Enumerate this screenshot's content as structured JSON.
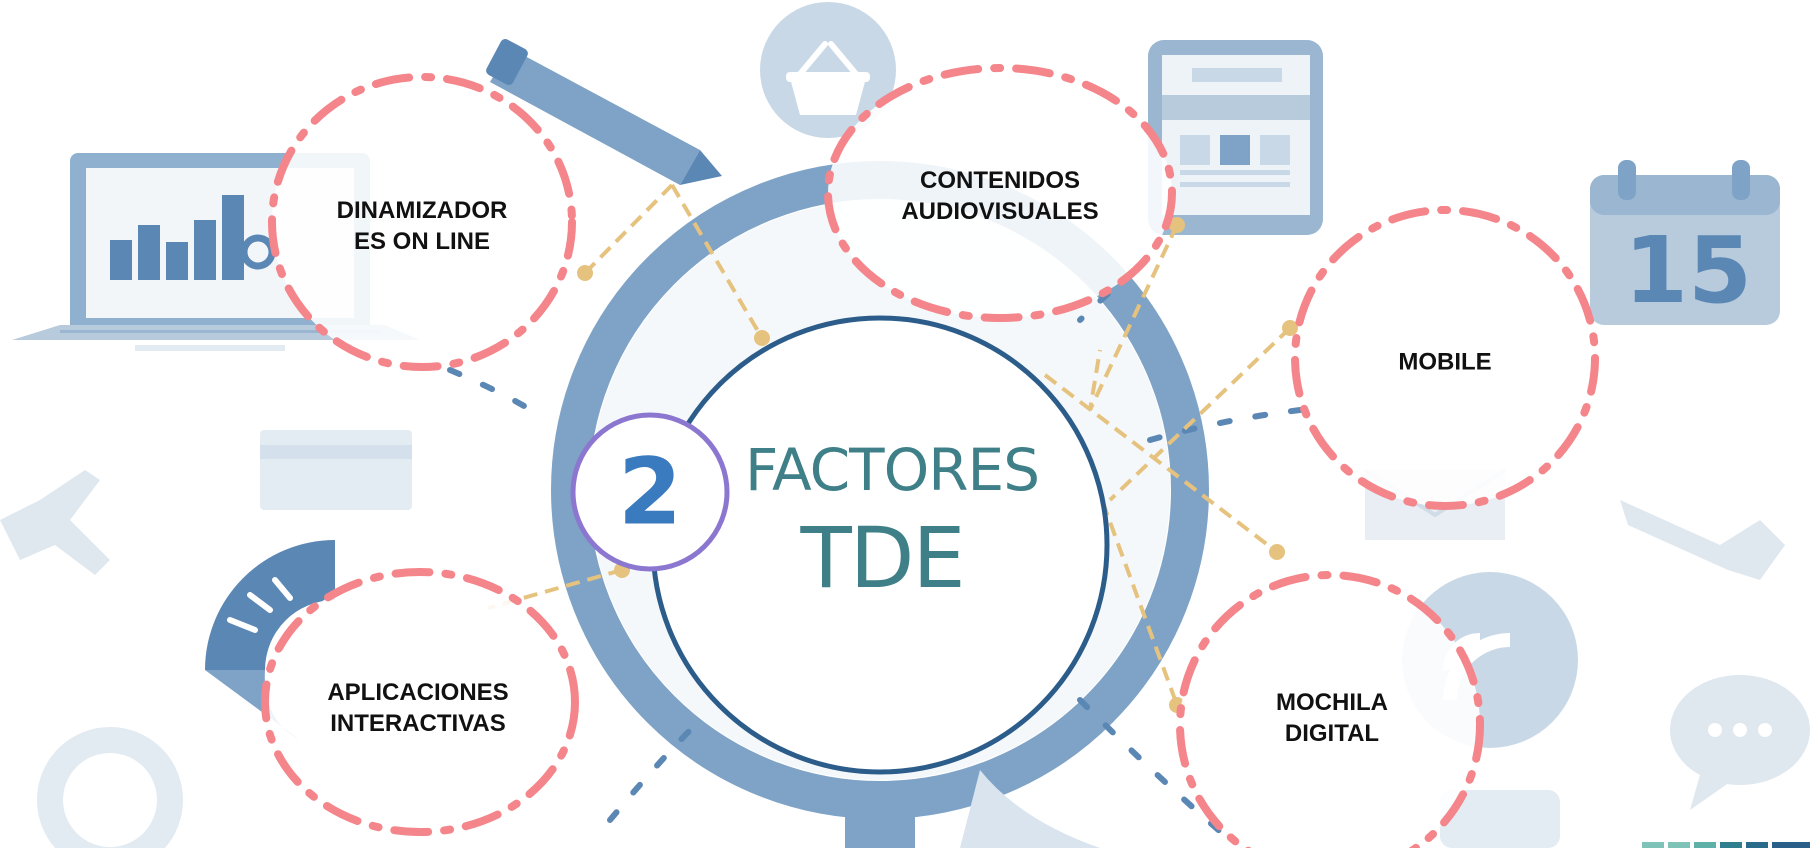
{
  "center": {
    "number": "2",
    "title_line1": "FACTORES",
    "title_line2": "TDE"
  },
  "nodes": [
    {
      "id": "dinamizadores",
      "label": "DINAMIZADOR\nES ON LINE"
    },
    {
      "id": "contenidos",
      "label": "CONTENIDOS\nAUDIOVISUALES"
    },
    {
      "id": "mobile",
      "label": "MOBILE"
    },
    {
      "id": "aplicaciones",
      "label": "APLICACIONES\nINTERACTIVAS"
    },
    {
      "id": "mochila",
      "label": "MOCHILA\nDIGITAL"
    }
  ],
  "background_icons": [
    "laptop-chart-icon",
    "pencil-icon",
    "shopping-basket-icon",
    "tablet-icon",
    "calendar-icon",
    "magnifier-icon",
    "airplane-icon",
    "card-icon",
    "gauge-icon",
    "gear-icon",
    "wifi-icon",
    "chat-bubble-icon",
    "wrench-icon",
    "mail-icon"
  ],
  "calendar_day": "15",
  "colors": {
    "dashed_circle": "#f4858a",
    "connector": "#e6c27f",
    "center_ring": "#2c5d8a",
    "number_ring": "#8b77cf",
    "number_text": "#3a7bbf",
    "title_text": "#3f8088",
    "icon_light": "#c9d8e6",
    "icon_mid": "#7fa3c6",
    "icon_dark": "#5b87b4"
  }
}
